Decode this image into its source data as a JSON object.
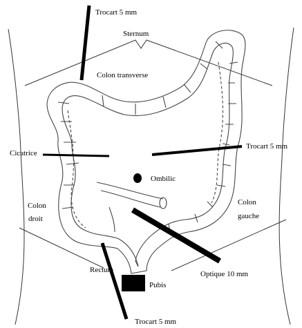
{
  "labels": {
    "trocart_top": "Trocart 5 mm",
    "sternum": "Sternum",
    "colon_transverse": "Colon transverse",
    "cicatrice": "Cicatrice",
    "trocart_right": "Trocart 5 mm",
    "ombilic": "Ombilic",
    "colon_droit_1": "Colon",
    "colon_droit_2": "droit",
    "colon_gauche_1": "Colon",
    "colon_gauche_2": "gauche",
    "rectum": "Rectum",
    "pubis": "Pubis",
    "optique": "Optique 10 mm",
    "trocart_bottom": "Trocart 5 mm"
  }
}
